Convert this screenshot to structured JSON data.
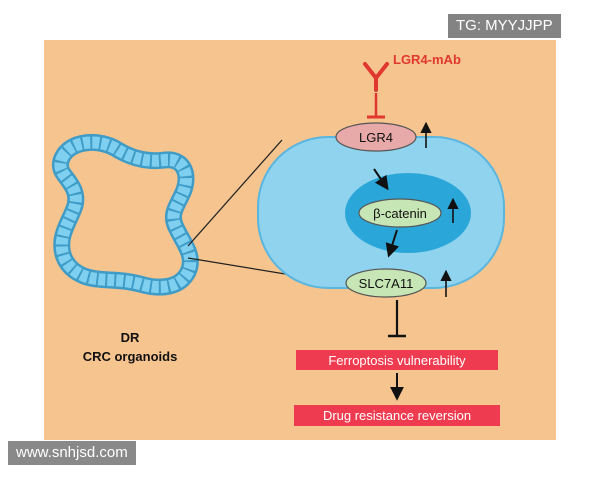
{
  "watermark_top": "TG: MYYJJPP",
  "watermark_bottom": "www.snhjsd.com",
  "organoid_label_line1": "DR",
  "organoid_label_line2": "CRC organoids",
  "antibody_label": "LGR4-mAb",
  "nodes": {
    "lgr4": "LGR4",
    "beta_catenin": "β-catenin",
    "slc7a11": "SLC7A11"
  },
  "outcomes": {
    "ferroptosis": "Ferroptosis vulnerability",
    "drug_resistance": "Drug resistance reversion"
  },
  "colors": {
    "background": "#f6c48f",
    "cell": "#8fd3ef",
    "nucleus": "#2aa7d8",
    "lgr4_fill": "#e8a9a9",
    "node_fill": "#c7e6b5",
    "inhibitor_red": "#e0382f",
    "outcome_box": "#ee3b4f"
  }
}
